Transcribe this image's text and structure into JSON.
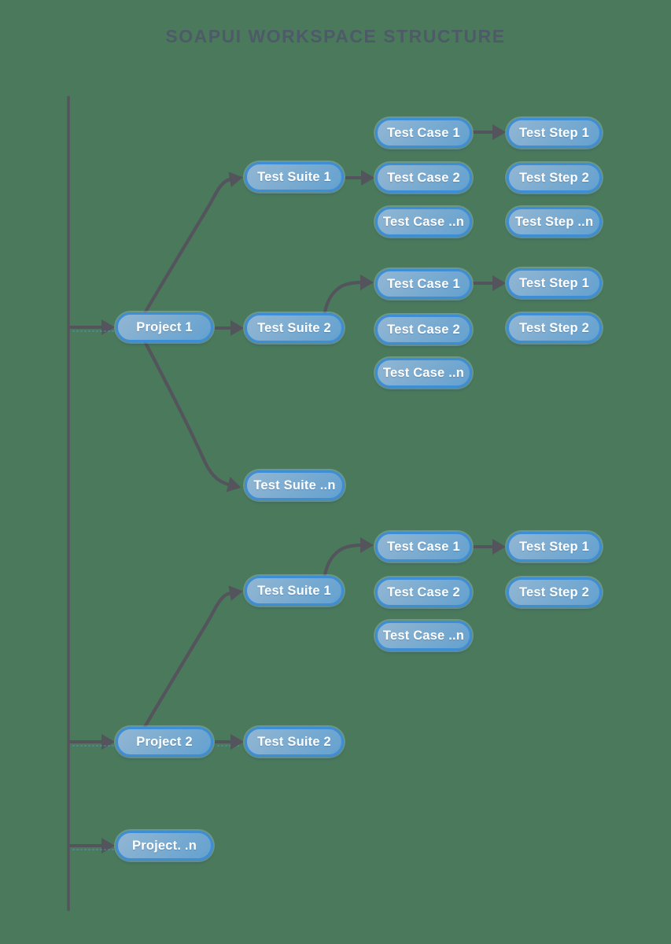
{
  "title": "SOAPUI WORKSPACE STRUCTURE",
  "colors": {
    "bg": "#4B795B",
    "node-border": "#3E8ED6",
    "node-fill-light": "#92B6D2",
    "node-fill-dark": "#64A1CF",
    "arrow": "#54545C",
    "title": "#4D5A67",
    "trace": "#5BA0E0"
  },
  "nodes": [
    {
      "id": "project-1",
      "type": "project",
      "label": "Project 1"
    },
    {
      "id": "project-2",
      "type": "project",
      "label": "Project 2"
    },
    {
      "id": "project-n",
      "type": "project",
      "label": "Project. .n"
    },
    {
      "id": "suite-1a",
      "type": "test-suite",
      "label": "Test Suite 1"
    },
    {
      "id": "suite-2a",
      "type": "test-suite",
      "label": "Test Suite 2"
    },
    {
      "id": "suite-n",
      "type": "test-suite",
      "label": "Test Suite ..n"
    },
    {
      "id": "suite-1b",
      "type": "test-suite",
      "label": "Test Suite 1"
    },
    {
      "id": "suite-2b",
      "type": "test-suite",
      "label": "Test Suite 2"
    },
    {
      "id": "case-a1",
      "type": "test-case",
      "label": "Test Case 1"
    },
    {
      "id": "case-a2",
      "type": "test-case",
      "label": "Test Case 2"
    },
    {
      "id": "case-an",
      "type": "test-case",
      "label": "Test Case ..n"
    },
    {
      "id": "case-b1",
      "type": "test-case",
      "label": "Test Case 1"
    },
    {
      "id": "case-b2",
      "type": "test-case",
      "label": "Test Case 2"
    },
    {
      "id": "case-bn",
      "type": "test-case",
      "label": "Test Case ..n"
    },
    {
      "id": "case-c1",
      "type": "test-case",
      "label": "Test Case 1"
    },
    {
      "id": "case-c2",
      "type": "test-case",
      "label": "Test Case 2"
    },
    {
      "id": "case-cn",
      "type": "test-case",
      "label": "Test Case ..n"
    },
    {
      "id": "step-a1",
      "type": "test-step",
      "label": "Test Step 1"
    },
    {
      "id": "step-a2",
      "type": "test-step",
      "label": "Test Step 2"
    },
    {
      "id": "step-an",
      "type": "test-step",
      "label": "Test Step ..n"
    },
    {
      "id": "step-b1",
      "type": "test-step",
      "label": "Test Step 1"
    },
    {
      "id": "step-b2",
      "type": "test-step",
      "label": "Test Step 2"
    },
    {
      "id": "step-c1",
      "type": "test-step",
      "label": "Test Step 1"
    },
    {
      "id": "step-c2",
      "type": "test-step",
      "label": "Test Step 2"
    }
  ],
  "edges": [
    {
      "from": "workspace-trunk",
      "to": "project-1",
      "style": "straight"
    },
    {
      "from": "workspace-trunk",
      "to": "project-2",
      "style": "straight"
    },
    {
      "from": "workspace-trunk",
      "to": "project-n",
      "style": "straight"
    },
    {
      "from": "project-1",
      "to": "suite-1a",
      "style": "curved"
    },
    {
      "from": "project-1",
      "to": "suite-2a",
      "style": "straight"
    },
    {
      "from": "project-1",
      "to": "suite-n",
      "style": "curved"
    },
    {
      "from": "suite-1a",
      "to": "case-a2",
      "style": "straight"
    },
    {
      "from": "suite-2a",
      "to": "case-b1",
      "style": "curved"
    },
    {
      "from": "case-a1",
      "to": "step-a1",
      "style": "straight"
    },
    {
      "from": "case-b1",
      "to": "step-b1",
      "style": "straight"
    },
    {
      "from": "project-2",
      "to": "suite-1b",
      "style": "curved"
    },
    {
      "from": "project-2",
      "to": "suite-2b",
      "style": "straight"
    },
    {
      "from": "suite-1b",
      "to": "case-c1",
      "style": "curved"
    },
    {
      "from": "case-c1",
      "to": "step-c1",
      "style": "straight"
    }
  ]
}
